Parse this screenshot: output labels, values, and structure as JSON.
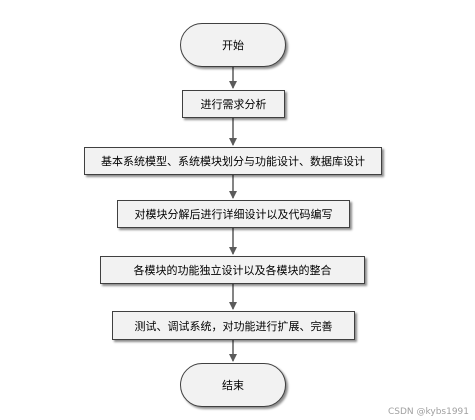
{
  "flowchart": {
    "start": "开始",
    "steps": [
      "进行需求分析",
      "基本系统模型、系统模块划分与功能设计、数据库设计",
      "对模块分解后进行详细设计以及代码编写",
      "各模块的功能独立设计以及各模块的整合",
      "测试、调试系统，对功能进行扩展、完善"
    ],
    "end": "结束"
  },
  "watermark": "CSDN @kybs1991",
  "colors": {
    "node_fill": "#f2f2f2",
    "node_border": "#404040",
    "arrow": "#5b5b5b",
    "watermark": "#a0a0a0"
  }
}
